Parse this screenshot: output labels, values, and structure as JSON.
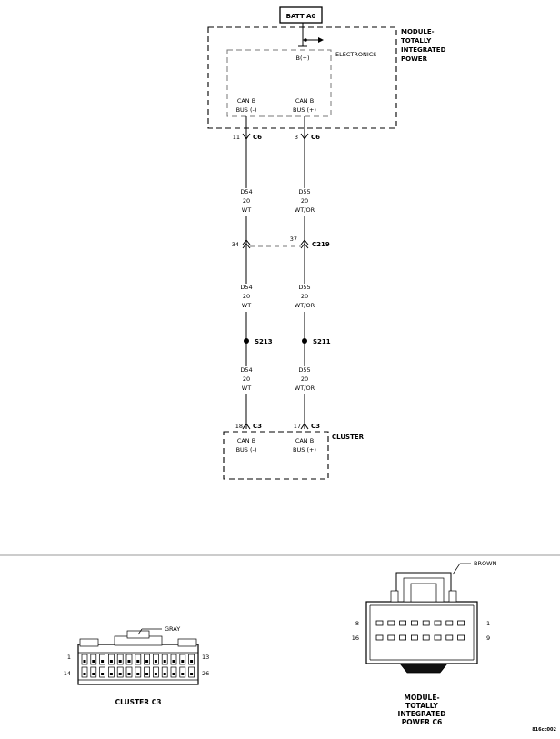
{
  "batt": "BATT A0",
  "module": {
    "line1": "MODULE-",
    "line2": "TOTALLY",
    "line3": "INTEGRATED",
    "line4": "POWER"
  },
  "electronics": "ELECTRONICS",
  "b_plus": "B(+)",
  "can_l1": "CAN B",
  "can_l2": "BUS (-)",
  "can_r1": "CAN B",
  "can_r2": "BUS (+)",
  "conn_c6": {
    "pin_l": "11",
    "pin_r": "3",
    "label": "C6"
  },
  "wire_l": {
    "code": "D54",
    "gauge": "20",
    "color": "WT"
  },
  "wire_r": {
    "code": "D55",
    "gauge": "20",
    "color": "WT/OR"
  },
  "conn_c219": {
    "pin_l": "34",
    "pin_r": "37",
    "label": "C219"
  },
  "splice_l": "S213",
  "splice_r": "S211",
  "conn_c3": {
    "pin_l": "18",
    "pin_r": "17",
    "label": "C3"
  },
  "cluster": "CLUSTER",
  "cluster_c3": {
    "color": "GRAY",
    "pin_1": "1",
    "pin_13": "13",
    "pin_14": "14",
    "pin_26": "26",
    "title": "CLUSTER C3"
  },
  "c6_view": {
    "color": "BROWN",
    "pin_8": "8",
    "pin_1": "1",
    "pin_16": "16",
    "pin_9": "9",
    "title1": "MODULE-",
    "title2": "TOTALLY",
    "title3": "INTEGRATED",
    "title4": "POWER C6"
  },
  "code": "816cc002"
}
